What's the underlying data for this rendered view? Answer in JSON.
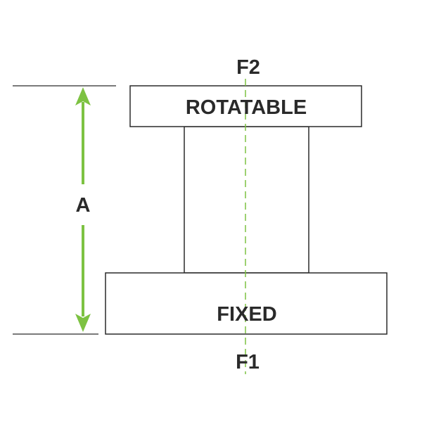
{
  "labels": {
    "top_face": "F2",
    "bottom_face": "F1",
    "top_part": "ROTATABLE",
    "bottom_part": "FIXED",
    "dimension": "A"
  },
  "colors": {
    "outline": "#2a2a2a",
    "centerline": "#7dc242",
    "dimension_arrow": "#7dc242",
    "text": "#2a2a2a"
  }
}
